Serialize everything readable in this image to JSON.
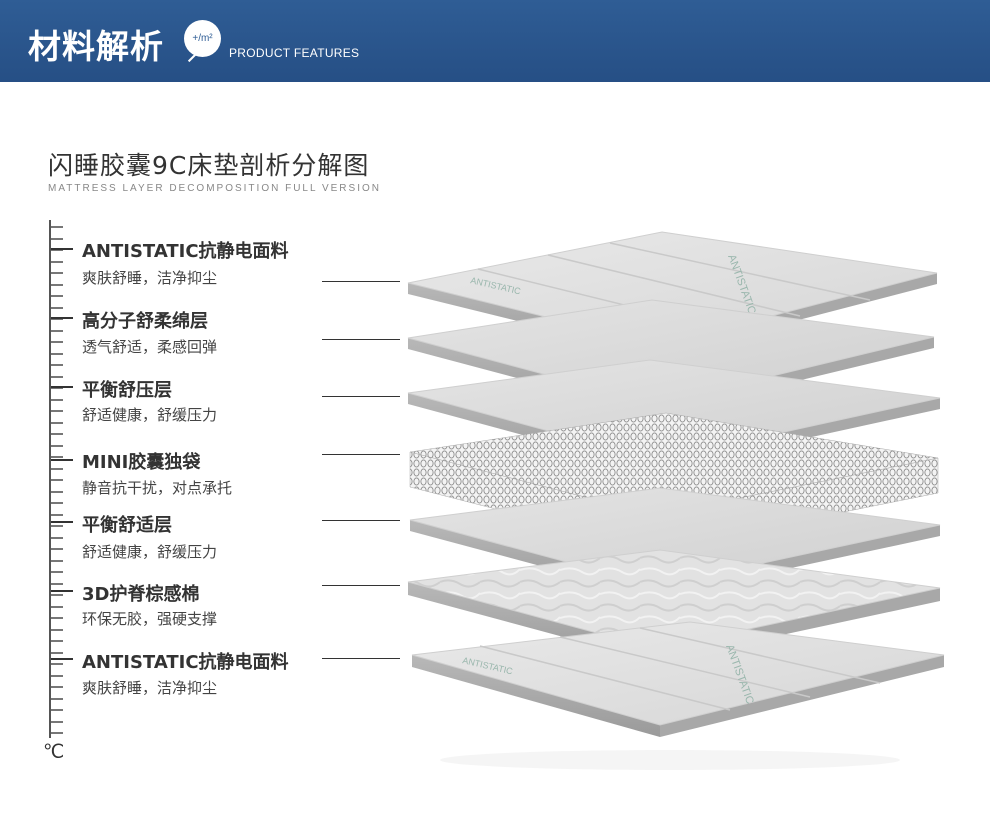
{
  "banner": {
    "title_cn": "材料解析",
    "badge_text": "+/m²",
    "title_en": "PRODUCT FEATURES",
    "color": "#2f5d95"
  },
  "heading": {
    "title": "闪睡胶囊9C床垫剖析分解图",
    "subtitle": "MATTRESS LAYER DECOMPOSITION FULL VERSION"
  },
  "scale": {
    "unit": "℃"
  },
  "layers": [
    {
      "title": "ANTISTATIC抗静电面料",
      "desc": "爽肤舒睡，洁净抑尘",
      "print": "ANTISTATIC"
    },
    {
      "title": "高分子舒柔绵层",
      "desc": "透气舒适，柔感回弹"
    },
    {
      "title": "平衡舒压层",
      "desc": "舒适健康，舒缓压力"
    },
    {
      "title": "MINI胶囊独袋",
      "desc": "静音抗干扰，对点承托"
    },
    {
      "title": "平衡舒适层",
      "desc": "舒适健康，舒缓压力"
    },
    {
      "title": "3D护脊棕感棉",
      "desc": "环保无胶，强硬支撑"
    },
    {
      "title": "ANTISTATIC抗静电面料",
      "desc": "爽肤舒睡，洁净抑尘",
      "print": "ANTISTATIC"
    }
  ]
}
